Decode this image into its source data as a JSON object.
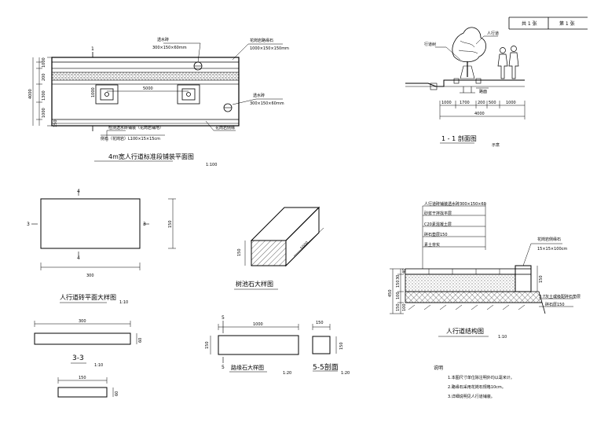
{
  "title_block": {
    "sheet_label": "共 1 张",
    "page_label": "第 1 张"
  },
  "plan": {
    "title": "4m宽人行道标准段铺装平面图",
    "scale": "1:100",
    "tree_grate_label": "透水砖",
    "tree_grate_size": "300×150×60mm",
    "curb_label": "花岗岩路缘石",
    "curb_size": "1000×150×150mm",
    "paving_label": "透水砖",
    "paving_size": "300×150×60mm",
    "note1": "检测透水砖铺装（花岗岩铺地）",
    "note2": "侧石（花岗岩）L100×15×15cm",
    "edge_label": "花岗岩侧缘",
    "dim_5000": "5000",
    "dim_1000": "1000",
    "dim_4000": "4000",
    "dims_left": [
      "1000",
      "200",
      "1300",
      "1000",
      "150"
    ],
    "section_mark": "1"
  },
  "section11": {
    "title": "1 - 1 剖面图",
    "scale": "示意",
    "label_tree": "行道树",
    "label_people": "人行道",
    "label_ground": "路面",
    "dims": [
      "1000",
      "1700",
      "200",
      "500",
      "1000"
    ],
    "dim_total": "4000"
  },
  "block": {
    "title": "人行道砖平面大样图",
    "scale": "1:10",
    "dim_w": "300",
    "dim_h": "150",
    "mark_left": "3",
    "mark_right": "3",
    "mark_top": "4",
    "mark_bottom": "4"
  },
  "curb_iso": {
    "title": "树池石大样图",
    "dim_h": "150",
    "dim_l": "1000"
  },
  "structure": {
    "title": "人行道结构图",
    "scale": "1:10",
    "layers": [
      "人行道砖铺装透水砖300×150×60",
      "砂浆干拌找平层",
      "C20素混凝土层",
      "碎石垫层150",
      "素土夯实"
    ],
    "curb_label": "花岗岩侧缘石",
    "curb_size": "15×15×100cm",
    "base_label": "3:7灰土或级配碎石垫层",
    "base_note": "碎石厚150",
    "dims_left": [
      "40",
      "30",
      "150",
      "100",
      "150",
      "100"
    ],
    "dim_total": "450",
    "dim_curb": "150"
  },
  "section33": {
    "title": "3-3",
    "scale": "1:10",
    "dim_w": "300",
    "dim_h": "60"
  },
  "section44": {
    "title": "4-4",
    "dim_w": "150",
    "dim_h": "60"
  },
  "curbstone": {
    "title": "路缘石大样图",
    "scale": "1:20",
    "dim_w": "1000",
    "dim_h": "150",
    "mark_top": "5",
    "mark_bottom": "5"
  },
  "section55": {
    "title": "5-5剖面",
    "scale": "1:20",
    "dim_w": "150",
    "dim_h": "150"
  },
  "notes": {
    "heading": "说明",
    "items": [
      "1.本图尺寸单位除注明外均以毫米计。",
      "2.路缘石采用花岗石规格10cm。",
      "3.详细说明见人行道铺装。"
    ]
  }
}
